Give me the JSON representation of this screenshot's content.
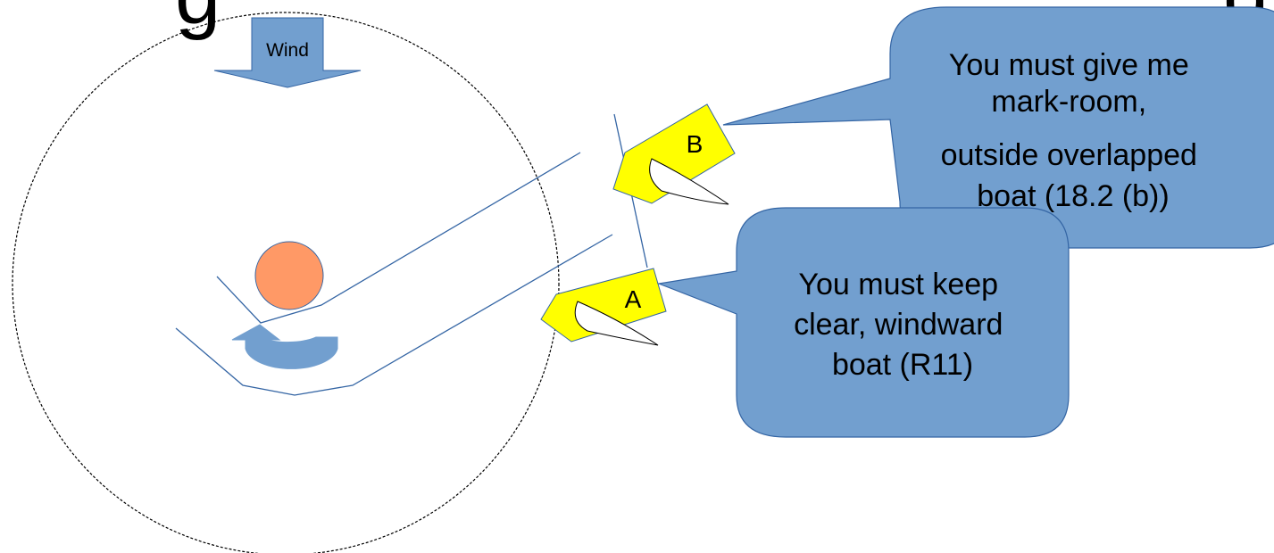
{
  "heading": {
    "fragment_left": "g",
    "fragment_right": "g"
  },
  "wind": {
    "label": "Wind"
  },
  "boats": {
    "a": {
      "letter": "A"
    },
    "b": {
      "letter": "B"
    }
  },
  "callouts": {
    "boat_b": {
      "lines": [
        "You must give me",
        "mark-room,",
        "outside overlapped",
        "boat (18.2 (b))"
      ]
    },
    "boat_a": {
      "lines": [
        "You must keep",
        "clear, windward",
        "boat (R11)"
      ]
    }
  },
  "colors": {
    "callout_fill": "#729fcf",
    "callout_stroke": "#3465a4",
    "boat_fill": "#ffff00",
    "mark_fill": "#ff9966",
    "track_line": "#3465a4",
    "arrow_fill": "#729fcf"
  }
}
